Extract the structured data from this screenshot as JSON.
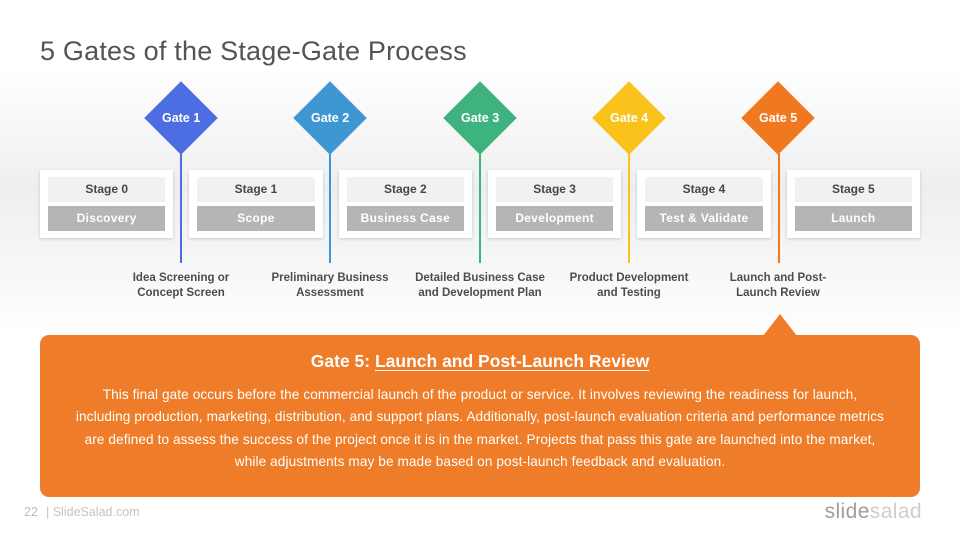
{
  "slide": {
    "title": "5 Gates of the Stage-Gate Process"
  },
  "gates": [
    {
      "label": "Gate 1",
      "color": "#4d6ee3",
      "description": "Idea Screening or\nConcept Screen"
    },
    {
      "label": "Gate 2",
      "color": "#3e96d2",
      "description": "Preliminary Business\nAssessment"
    },
    {
      "label": "Gate 3",
      "color": "#3eb27f",
      "description": "Detailed Business Case\nand Development Plan"
    },
    {
      "label": "Gate 4",
      "color": "#f9c31c",
      "description": "Product Development\nand Testing"
    },
    {
      "label": "Gate 5",
      "color": "#f0791f",
      "description": "Launch and Post-\nLaunch Review"
    }
  ],
  "stages": [
    {
      "label": "Stage 0",
      "name": "Discovery"
    },
    {
      "label": "Stage 1",
      "name": "Scope"
    },
    {
      "label": "Stage 2",
      "name": "Business Case"
    },
    {
      "label": "Stage 3",
      "name": "Development"
    },
    {
      "label": "Stage 4",
      "name": "Test & Validate"
    },
    {
      "label": "Stage 5",
      "name": "Launch"
    }
  ],
  "callout": {
    "color": "#ee7c28",
    "heading_prefix": "Gate 5: ",
    "heading_underlined": "Launch and Post-Launch Review",
    "body": "This final gate occurs before the commercial launch of the product or service. It involves reviewing the readiness for launch, including production, marketing, distribution, and support plans. Additionally, post-launch evaluation criteria and performance metrics are defined to assess the success of the project once it is in the market. Projects that pass this gate are launched into the market, while adjustments may be made based on post-launch feedback and evaluation."
  },
  "footer": {
    "page_number": "22",
    "source": "| SlideSalad.com",
    "logo_bold": "slide",
    "logo_light": "salad"
  }
}
